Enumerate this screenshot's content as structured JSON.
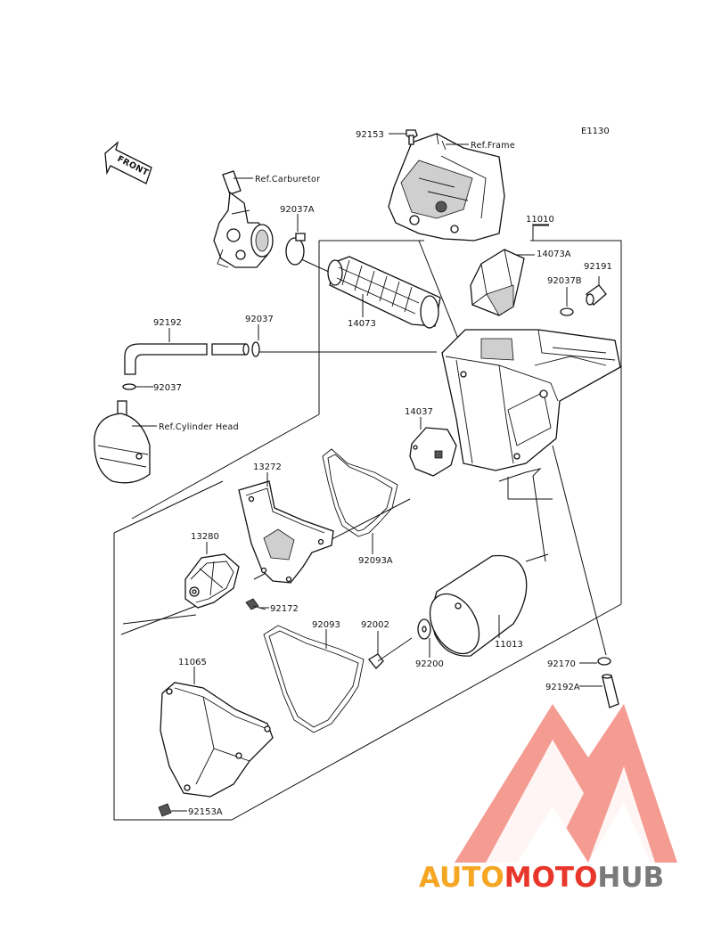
{
  "diagram_code": "E1130",
  "front_label": "FRONT",
  "refs": {
    "frame": "Ref.Frame",
    "carburetor": "Ref.Carburetor",
    "cylinder_head": "Ref.Cylinder Head"
  },
  "parts": {
    "p92153": "92153",
    "p11010": "11010",
    "p14073A": "14073A",
    "p92191": "92191",
    "p92037B": "92037B",
    "p92037A": "92037A",
    "p14073": "14073",
    "p92192": "92192",
    "p92037": "92037",
    "p92037_b": "92037",
    "p14037": "14037",
    "p13272": "13272",
    "p92093A": "92093A",
    "p13280": "13280",
    "p92172": "92172",
    "p92093": "92093",
    "p92002": "92002",
    "p92200": "92200",
    "p11013": "11013",
    "p11065": "11065",
    "p92153A": "92153A",
    "p92170": "92170",
    "p92192A": "92192A"
  },
  "watermark": {
    "part1": "AUTO",
    "part2": "MOTO",
    "part3": "HUB",
    "colors": {
      "orange": "#f5a623",
      "red": "#e8372a",
      "grey": "#7a7a7a",
      "logo": "#f28b7f"
    }
  }
}
